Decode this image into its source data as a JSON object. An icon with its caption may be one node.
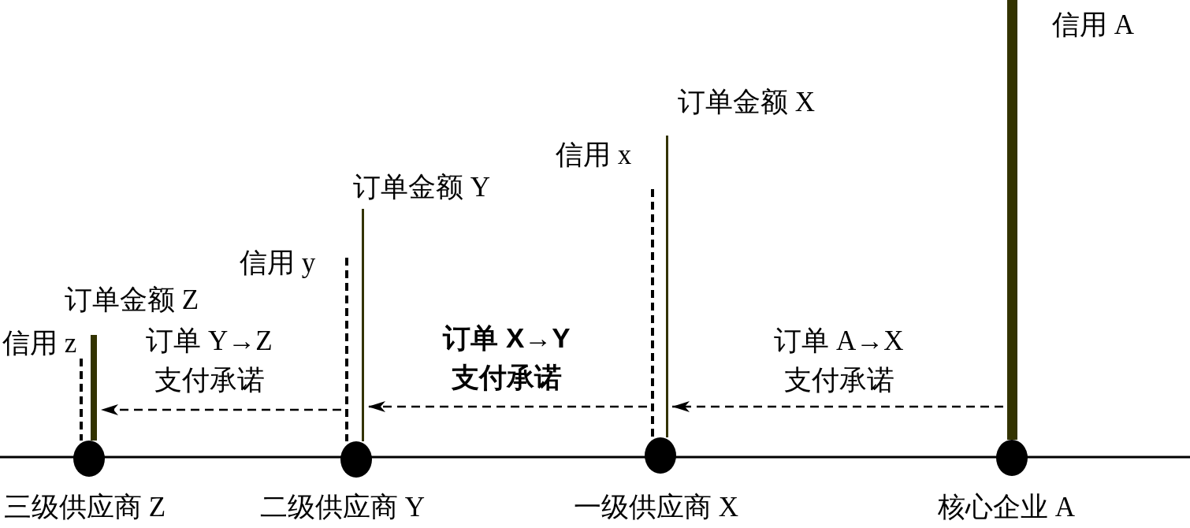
{
  "diagram": {
    "nodes": [
      {
        "text": [],
        "shape": "bar",
        "beside": [
          "信用 z"
        ]
      },
      {
        "text": [],
        "shape": "bar",
        "beside": [
          "订单金额 Z"
        ]
      },
      {
        "text": [],
        "shape": "circle",
        "beside": [
          "三级供应商 Z"
        ]
      },
      {
        "text": [],
        "shape": "bar",
        "beside": [
          "信用 y"
        ]
      },
      {
        "text": [],
        "shape": "bar",
        "beside": [
          "订单金额 Y"
        ]
      },
      {
        "text": [],
        "shape": "circle",
        "beside": [
          "二级供应商 Y"
        ]
      },
      {
        "text": [],
        "shape": "bar",
        "beside": [
          "信用 x"
        ]
      },
      {
        "text": [],
        "shape": "bar",
        "beside": [
          "订单金额 X"
        ]
      },
      {
        "text": [],
        "shape": "circle",
        "beside": [
          "一级供应商 X"
        ]
      },
      {
        "text": [],
        "shape": "bar",
        "beside": [
          "信用 A"
        ]
      },
      {
        "text": [],
        "shape": "circle",
        "beside": [
          "核心企业 A"
        ]
      }
    ],
    "edges": [
      {
        "from": 3,
        "to": 1,
        "arrow": "to",
        "label": "订单 Y→Z 支付承诺",
        "style": "dashed"
      },
      {
        "from": 6,
        "to": 4,
        "arrow": "to",
        "label": "订单 X→Y 支付承诺",
        "style": "dashed"
      },
      {
        "from": 9,
        "to": 7,
        "arrow": "to",
        "label": "订单 A→X 支付承诺",
        "style": "dashed"
      }
    ]
  }
}
